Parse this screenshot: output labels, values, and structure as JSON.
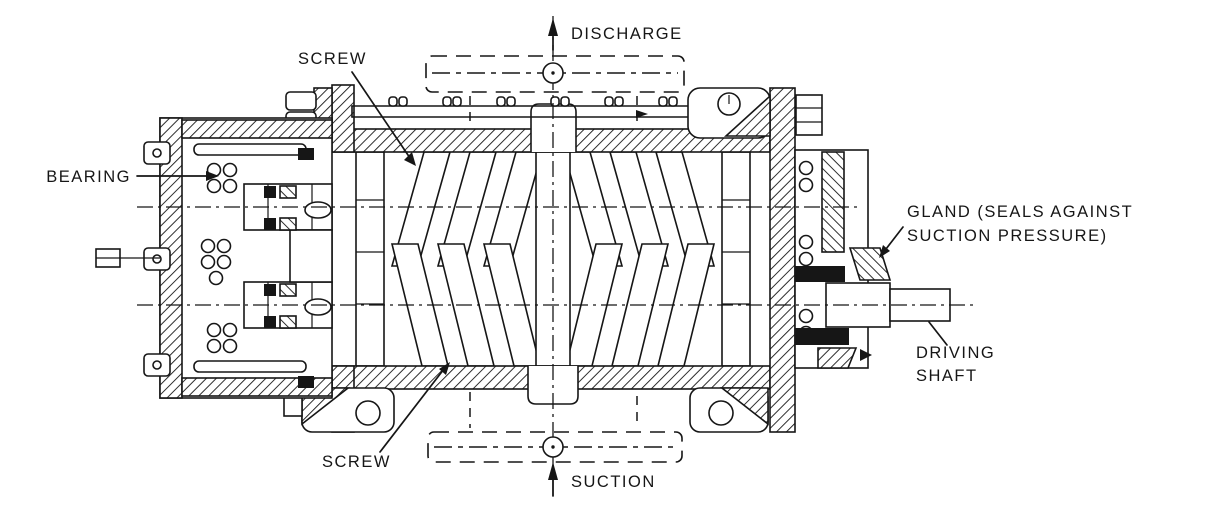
{
  "figure": {
    "kind": "engineering cross-section drawing",
    "subject": "twin-screw pump",
    "colors": {
      "ink": "#161616",
      "background": "#ffffff"
    }
  },
  "annotations": {
    "bearing": "BEARING",
    "screw_top": "SCREW",
    "screw_bottom": "SCREW",
    "discharge": "DISCHARGE",
    "suction": "SUCTION",
    "gland_line1": "GLAND (SEALS AGAINST",
    "gland_line2": "SUCTION PRESSURE)",
    "driving_shaft_line1": "DRIVING",
    "driving_shaft_line2": "SHAFT"
  }
}
